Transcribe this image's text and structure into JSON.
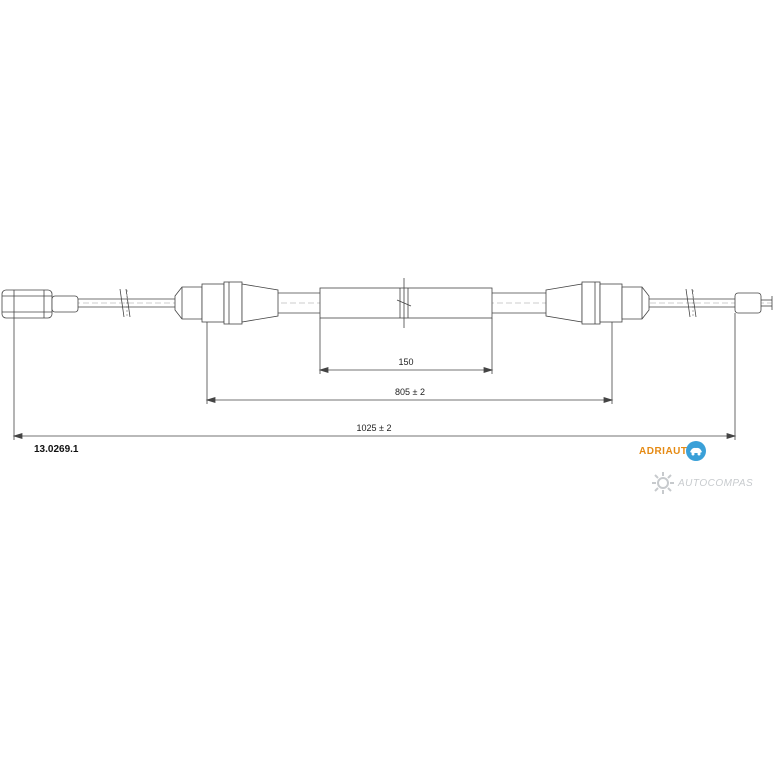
{
  "drawing": {
    "part_number": "13.0269.1",
    "dimensions": {
      "inner_sleeve": "150",
      "sheath_length": "805 ± 2",
      "total_length": "1025 ± 2"
    }
  },
  "brand": {
    "name": "ADRIAUTO",
    "logo_text": "ADRIAUT",
    "accent_color": "#e58a13",
    "badge_color": "#3aa0d8"
  },
  "watermark": {
    "text": "AUTOCOMPAS",
    "icon": "gear-icon"
  }
}
